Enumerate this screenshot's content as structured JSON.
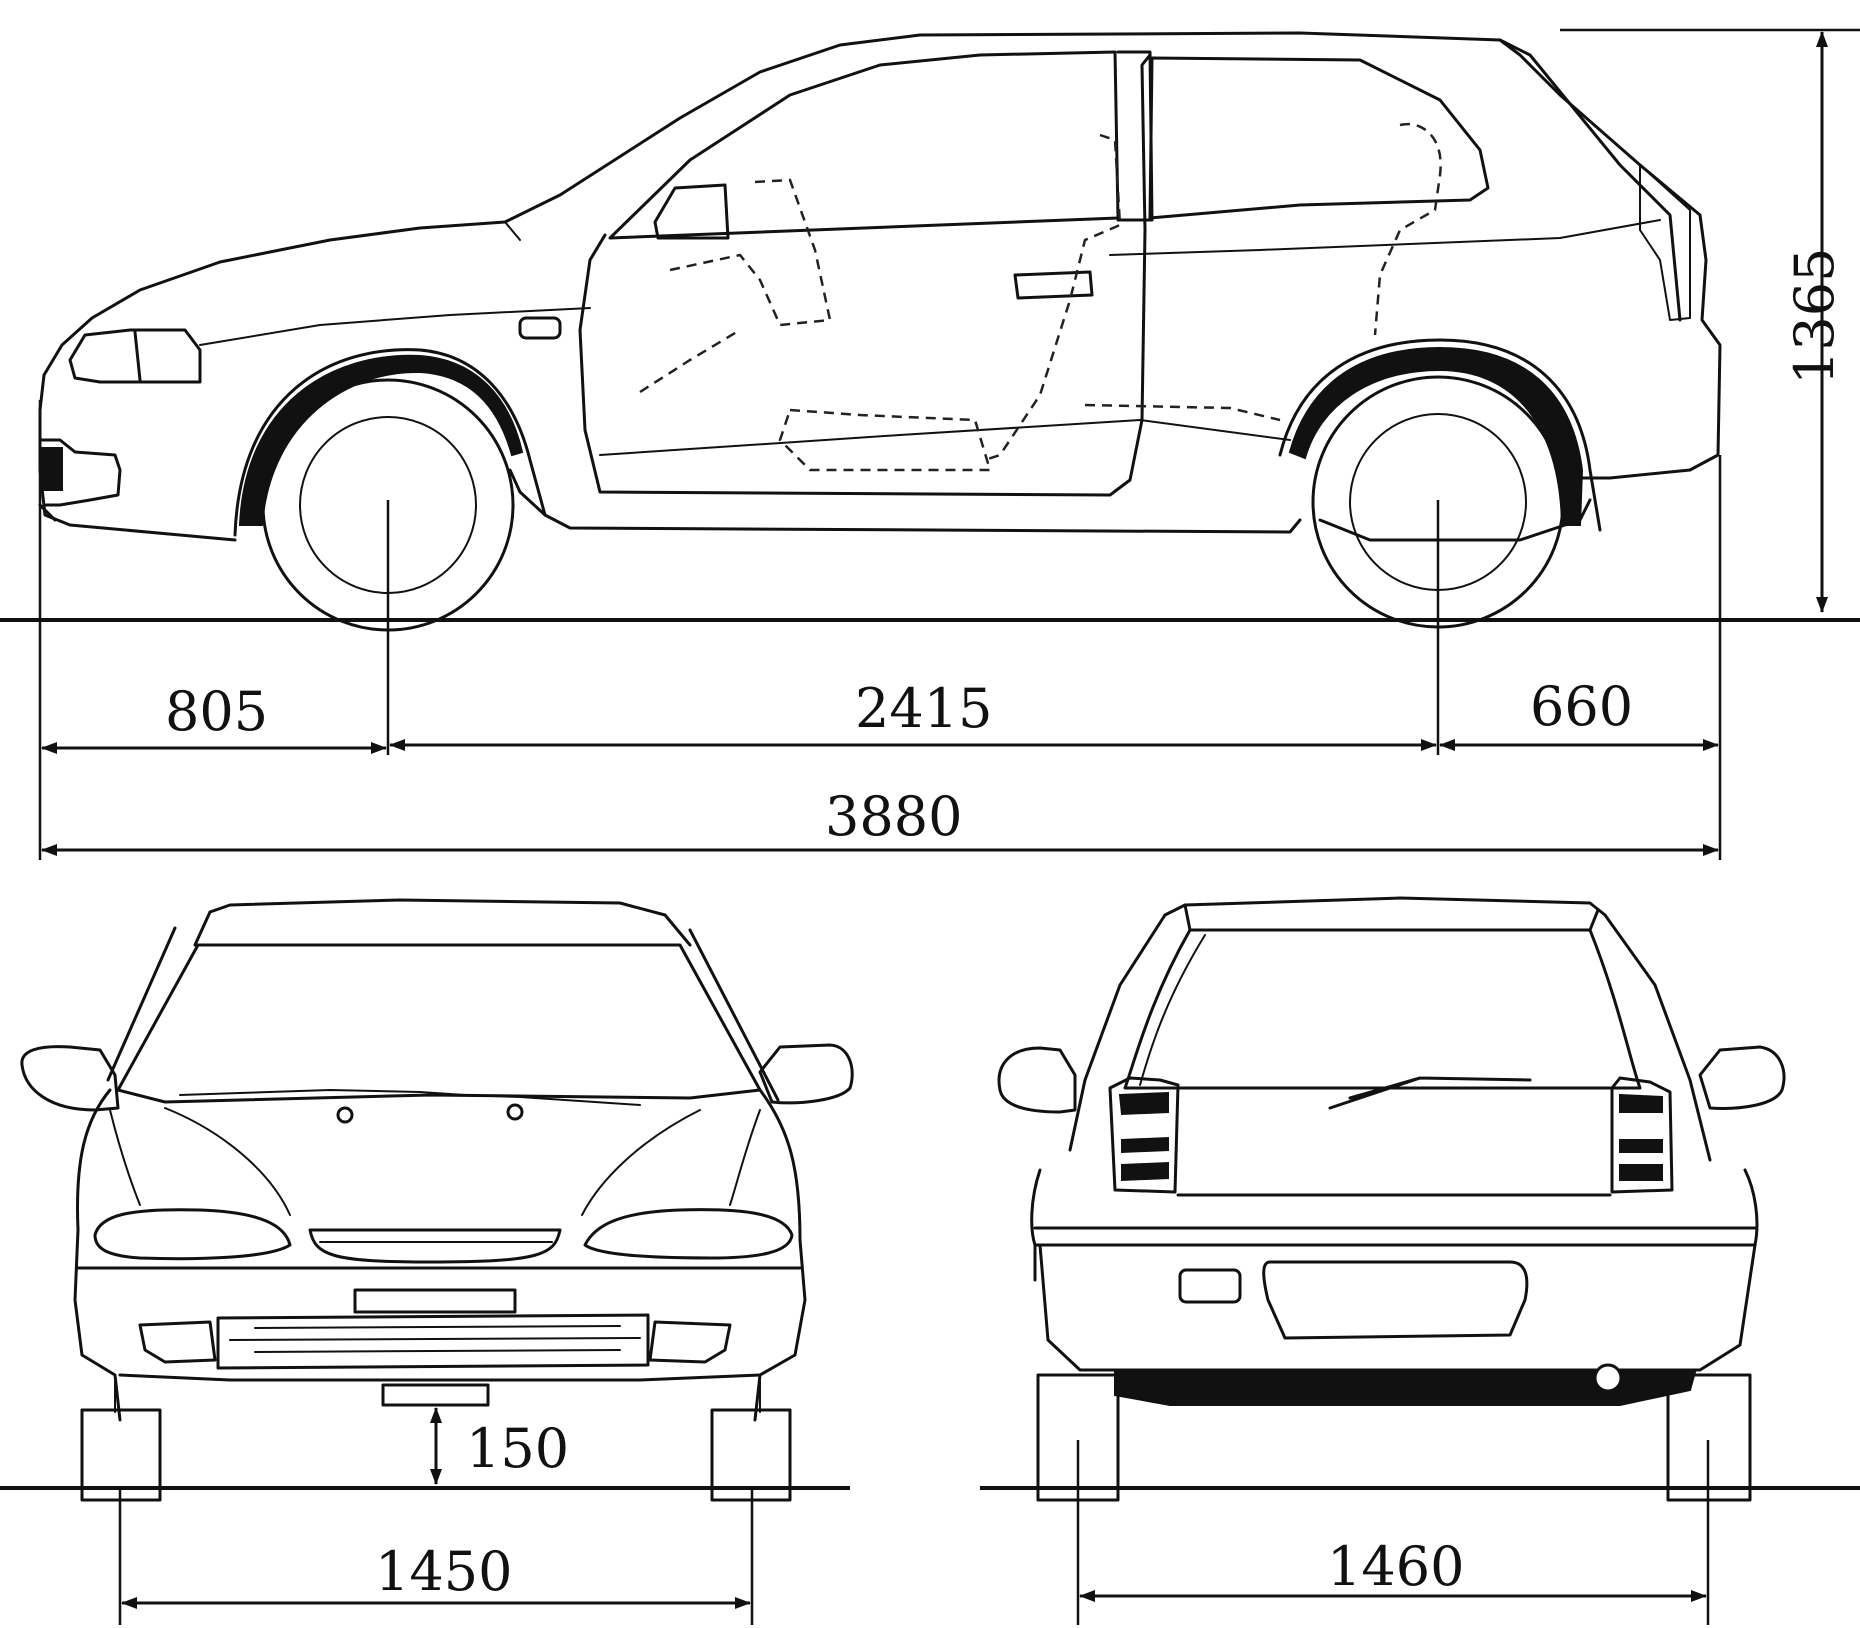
{
  "dimensions": {
    "front_overhang": "805",
    "wheelbase": "2415",
    "rear_overhang": "660",
    "overall_length": "3880",
    "height": "1365",
    "ground_clearance": "150",
    "front_track": "1450",
    "rear_track": "1460"
  },
  "views": [
    "side-view",
    "front-view",
    "rear-view"
  ],
  "colors": {
    "line": "#111111",
    "background": "#ffffff"
  }
}
